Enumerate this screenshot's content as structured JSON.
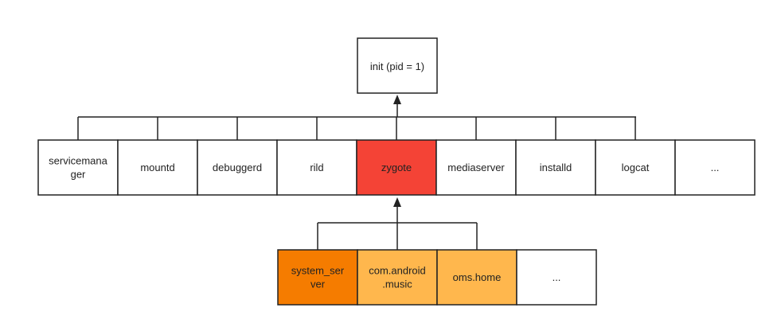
{
  "root": {
    "label": "init (pid = 1)"
  },
  "daemons": [
    {
      "label": "servicemanager",
      "lines": [
        "servicemana",
        "ger"
      ],
      "fill": "#ffffff"
    },
    {
      "label": "mountd",
      "lines": [
        "mountd"
      ],
      "fill": "#ffffff"
    },
    {
      "label": "debuggerd",
      "lines": [
        "debuggerd"
      ],
      "fill": "#ffffff"
    },
    {
      "label": "rild",
      "lines": [
        "rild"
      ],
      "fill": "#ffffff"
    },
    {
      "label": "zygote",
      "lines": [
        "zygote"
      ],
      "fill": "#f44336"
    },
    {
      "label": "mediaserver",
      "lines": [
        "mediaserver"
      ],
      "fill": "#ffffff"
    },
    {
      "label": "installd",
      "lines": [
        "installd"
      ],
      "fill": "#ffffff"
    },
    {
      "label": "logcat",
      "lines": [
        "logcat"
      ],
      "fill": "#ffffff"
    },
    {
      "label": "...",
      "lines": [
        "..."
      ],
      "fill": "#ffffff"
    }
  ],
  "zygote_children": [
    {
      "label": "system_server",
      "lines": [
        "system_ser",
        "ver"
      ],
      "fill": "#f57c00"
    },
    {
      "label": "com.android.music",
      "lines": [
        "com.android",
        ".music"
      ],
      "fill": "#ffb74d"
    },
    {
      "label": "oms.home",
      "lines": [
        "oms.home"
      ],
      "fill": "#ffb74d"
    },
    {
      "label": "...",
      "lines": [
        "..."
      ],
      "fill": "#ffffff"
    }
  ],
  "colors": {
    "stroke": "#222222",
    "zygote": "#f44336",
    "system_server": "#f57c00",
    "app": "#ffb74d"
  }
}
